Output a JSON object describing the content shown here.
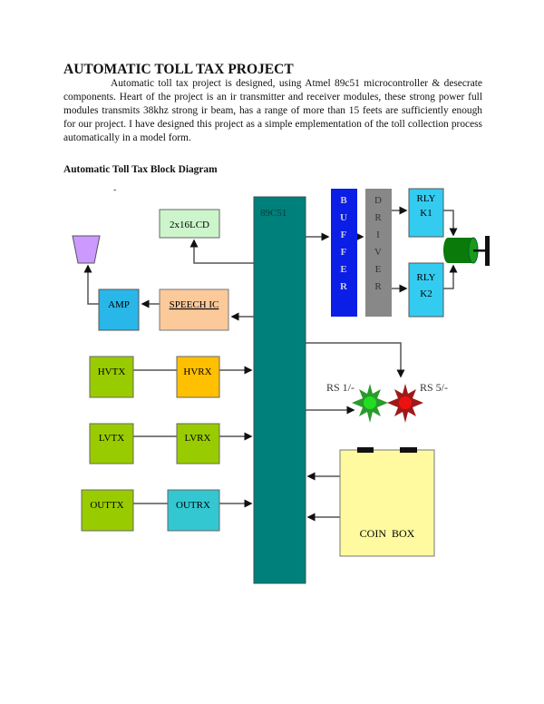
{
  "document": {
    "title": "AUTOMATIC TOLL TAX PROJECT",
    "paragraph": "Automatic toll tax project is designed, using Atmel 89c51 microcontroller & desecrate components. Heart of the project is an ir transmitter and receiver modules, these strong power full modules transmits 38khz strong ir beam, has a range of more than 15 feets are sufficiently enough for our project. I have designed this project as a simple emplementation of the toll collection process automatically in a model form.",
    "subheading": "Automatic Toll Tax Block Diagram"
  },
  "diagram": {
    "mcu": "89C51",
    "lcd": "2x16LCD",
    "speech_ic": "SPEECH IC",
    "amp": "AMP",
    "buffer": [
      "B",
      "U",
      "F",
      "F",
      "E",
      "R"
    ],
    "driver": [
      "D",
      "R",
      "I",
      "V",
      "E",
      "R"
    ],
    "rly_k1": [
      "RLY",
      "K1"
    ],
    "rly_k2": [
      "RLY",
      "K2"
    ],
    "hvtx": "HVTX",
    "hvrx": "HVRX",
    "lvtx": "LVTX",
    "lvrx": "LVRX",
    "outtx": "OUTTX",
    "outrx": "OUTRX",
    "rs1": "RS 1/-",
    "rs5": "RS 5/-",
    "coin_box": "COIN  BOX",
    "colors": {
      "mcu": "#00807a",
      "lcd": "#ccf5cc",
      "speech": "#fbc99a",
      "amp": "#29b6e8",
      "buffer": "#0a1ee6",
      "driver": "#888888",
      "relay": "#33ccf0",
      "tx": "#99cc00",
      "hvrx": "#ffc000",
      "outrx": "#33c7d1",
      "coin": "#fffaa0",
      "speaker": "#cc99ff",
      "motor": "#0a7a0a",
      "led_green": "#22dd22",
      "led_red": "#ee1111"
    }
  }
}
